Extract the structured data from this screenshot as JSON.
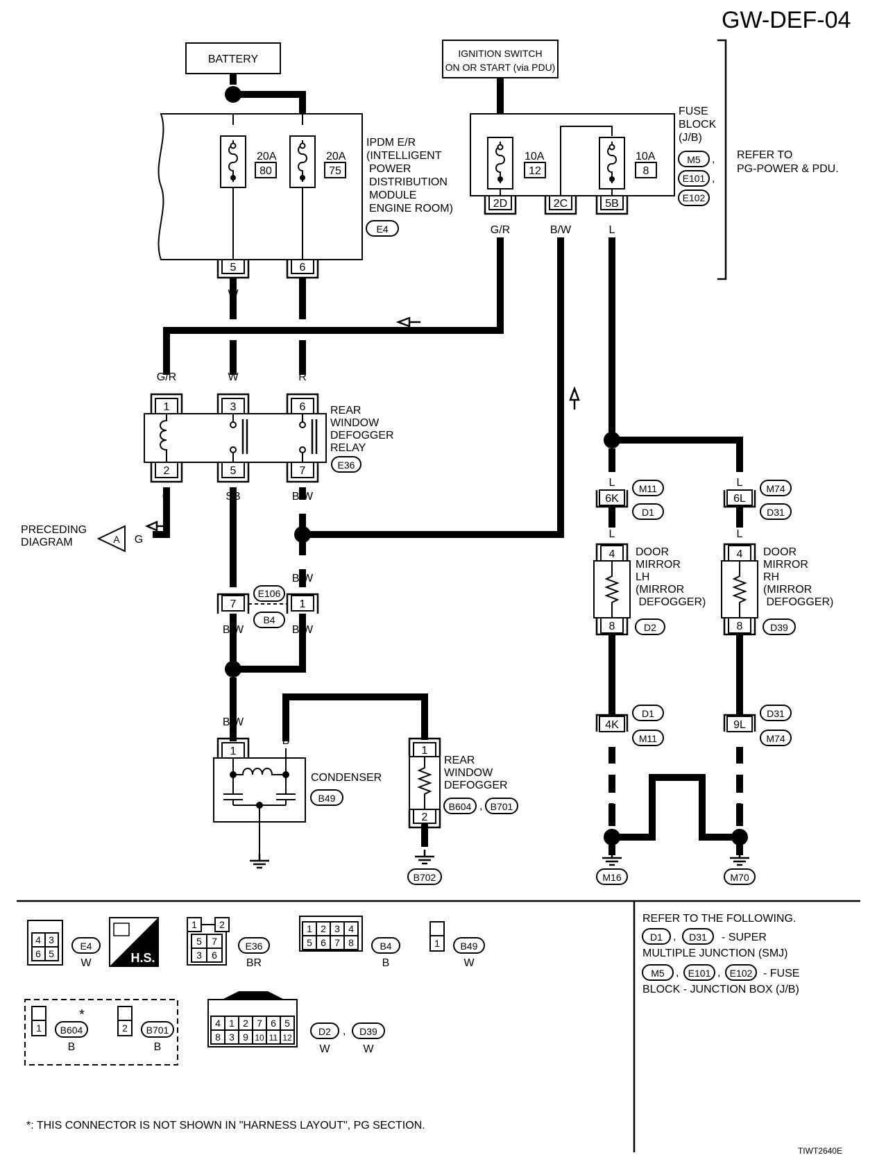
{
  "page": {
    "code": "GW-DEF-04",
    "figure_id": "TIWT2640E"
  },
  "power": {
    "battery": "BATTERY",
    "ignition_line1": "IGNITION SWITCH",
    "ignition_line2": "ON OR START (via PDU)"
  },
  "ipdm": {
    "label_lines": [
      "IPDM E/R",
      "(INTELLIGENT",
      "POWER",
      "DISTRIBUTION",
      "MODULE",
      "ENGINE ROOM)"
    ],
    "connector": "E4",
    "fuse1": {
      "amps": "20A",
      "num": "80"
    },
    "fuse2": {
      "amps": "20A",
      "num": "75"
    },
    "term1": "5",
    "term2": "6"
  },
  "fuse_block": {
    "label_lines": [
      "FUSE",
      "BLOCK",
      "(J/B)"
    ],
    "connectors": [
      "M5",
      "E101",
      "E102"
    ],
    "fuse1": {
      "amps": "10A",
      "num": "12"
    },
    "fuse2": {
      "amps": "10A",
      "num": "8"
    },
    "terms": [
      "2D",
      "2C",
      "5B"
    ],
    "refer_lines": [
      "REFER TO",
      "PG-POWER & PDU."
    ]
  },
  "wire_colors": {
    "gr": "G/R",
    "bw": "B/W",
    "l": "L",
    "w": "W",
    "r": "R",
    "g": "G",
    "sb": "SB",
    "b": "B",
    "y": "Y"
  },
  "relay": {
    "label_lines": [
      "REAR",
      "WINDOW",
      "DEFOGGER",
      "RELAY"
    ],
    "connector": "E36",
    "terms_top": [
      "1",
      "3",
      "6"
    ],
    "terms_bottom": [
      "2",
      "5",
      "7"
    ]
  },
  "preceding": {
    "label_lines": [
      "PRECEDING",
      "DIAGRAM"
    ],
    "ref": "A"
  },
  "junction_e106": {
    "connectors": [
      "E106",
      "B4"
    ],
    "terms": [
      "7",
      "1"
    ]
  },
  "condenser": {
    "label": "CONDENSER",
    "connector": "B49",
    "term": "1"
  },
  "defogger": {
    "label_lines": [
      "REAR",
      "WINDOW",
      "DEFOGGER"
    ],
    "connectors": [
      "B604",
      "B701"
    ],
    "ground": "B702",
    "terms": [
      "1",
      "2"
    ]
  },
  "mirror_lh": {
    "label_lines": [
      "DOOR",
      "MIRROR",
      "LH",
      "(MIRROR",
      " DEFOGGER)"
    ],
    "connector": "D2",
    "smj_top": {
      "term": "6K",
      "c1": "M11",
      "c2": "D1"
    },
    "smj_bottom": {
      "term": "4K",
      "c1": "D1",
      "c2": "M11"
    },
    "terms": [
      "4",
      "8"
    ],
    "ground": "M16"
  },
  "mirror_rh": {
    "label_lines": [
      "DOOR",
      "MIRROR",
      "RH",
      "(MIRROR",
      " DEFOGGER)"
    ],
    "connector": "D39",
    "smj_top": {
      "term": "6L",
      "c1": "M74",
      "c2": "D31"
    },
    "smj_bottom": {
      "term": "9L",
      "c1": "D31",
      "c2": "M74"
    },
    "terms": [
      "4",
      "8"
    ],
    "ground": "M70"
  },
  "legend": {
    "e4": {
      "name": "E4",
      "color": "W",
      "pins": [
        "4",
        "3",
        "6",
        "5"
      ]
    },
    "hs": "H.S.",
    "e36": {
      "name": "E36",
      "color": "BR",
      "pins": [
        "1",
        "2",
        "5",
        "7",
        "3",
        "6"
      ]
    },
    "b4": {
      "name": "B4",
      "color": "B",
      "pins": [
        "1",
        "2",
        "3",
        "4",
        "5",
        "6",
        "7",
        "8"
      ]
    },
    "b49": {
      "name": "B49",
      "color": "W",
      "pins": [
        "1"
      ]
    },
    "b604": {
      "name": "B604",
      "color": "B",
      "pins": [
        "1"
      ],
      "star": "*"
    },
    "b701": {
      "name": "B701",
      "color": "B",
      "pins": [
        "2"
      ]
    },
    "d2d39": {
      "names": [
        "D2",
        "D39"
      ],
      "colors": [
        "W",
        "W"
      ],
      "pins": [
        "4",
        "1",
        "2",
        "7",
        "6",
        "5",
        "8",
        "3",
        "9",
        "10",
        "11",
        "12"
      ]
    },
    "refer": {
      "title": "REFER TO THE FOLLOWING.",
      "smj_conns": [
        "D1",
        "D31"
      ],
      "smj_text1": "- SUPER",
      "smj_text2": "MULTIPLE JUNCTION (SMJ)",
      "jb_conns": [
        "M5",
        "E101",
        "E102"
      ],
      "jb_text1": "- FUSE",
      "jb_text2": "BLOCK - JUNCTION BOX (J/B)"
    },
    "note": "*: THIS CONNECTOR IS NOT SHOWN IN \"HARNESS LAYOUT\", PG SECTION."
  }
}
